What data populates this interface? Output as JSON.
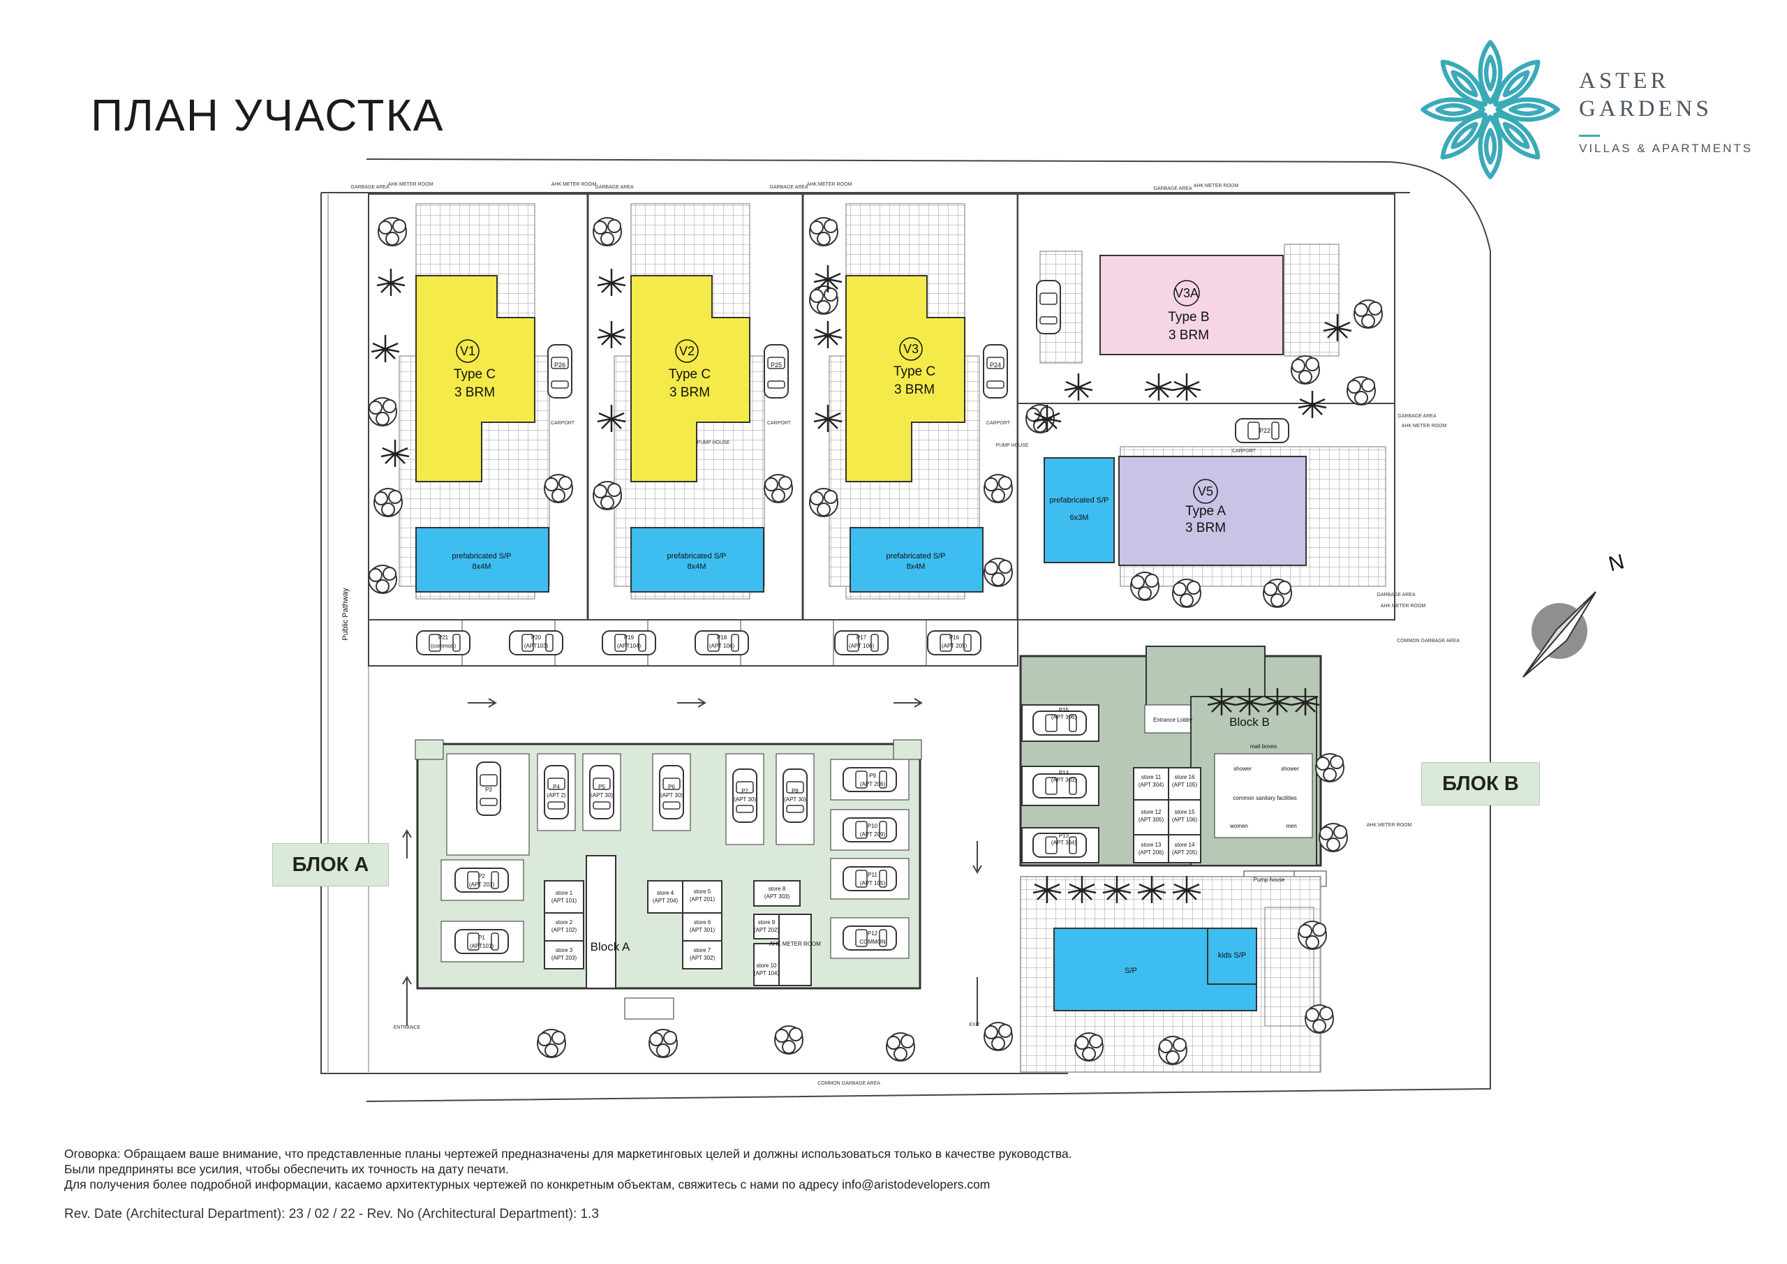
{
  "title": "ПЛАН УЧАСТКА",
  "brand": {
    "line1": "ASTER",
    "line2": "GARDENS",
    "tagline": "VILLAS & APARTMENTS",
    "accent_color": "#3aaab8"
  },
  "colors": {
    "villa_type_c": "#f4ea4a",
    "villa_v3a": "#f6d6e4",
    "villa_v5": "#c9c4e6",
    "pool": "#3ebdf0",
    "block_fill": "#dbe9da",
    "block_b_fill": "#b7c8b6"
  },
  "villas": [
    {
      "id": "V1",
      "type": "Type C",
      "rooms": "3 BRM",
      "parking": "P26",
      "pool": "prefabricated S/P",
      "pool_size": "8x4M"
    },
    {
      "id": "V2",
      "type": "Type C",
      "rooms": "3 BRM",
      "parking": "P25",
      "pool": "prefabricated S/P",
      "pool_size": "8x4M"
    },
    {
      "id": "V3",
      "type": "Type C",
      "rooms": "3 BRM",
      "parking": "P24",
      "pool": "prefabricated S/P",
      "pool_size": "8x4M"
    },
    {
      "id": "V3A",
      "type": "Type B",
      "rooms": "3 BRM"
    },
    {
      "id": "V5",
      "type": "Type A",
      "rooms": "3 BRM",
      "parking": "P22",
      "pool": "prefabricated S/P",
      "pool_size": "6x3M"
    }
  ],
  "small_labels": {
    "garbage": "GARBAGE AREA",
    "ahk": "AHK METER ROOM",
    "carport": "CARPORT",
    "pump": "PUMP HOUSE",
    "public_pathway": "Public Pathway",
    "entrance": "ENTRANCE",
    "exit": "EXIT",
    "common_garbage": "COMMON GARBAGE AREA",
    "north": "N"
  },
  "street_parking": [
    {
      "id": "P21",
      "note": "(common)"
    },
    {
      "id": "P20",
      "note": "(APT103)"
    },
    {
      "id": "P19",
      "note": "(APT104)"
    },
    {
      "id": "P18",
      "note": "(APT 106)"
    },
    {
      "id": "P17",
      "note": "(APT 106)"
    },
    {
      "id": "P16",
      "note": "(APT 205)"
    }
  ],
  "block_a": {
    "label": "БЛОК А",
    "name": "Block A",
    "parking_top": [
      {
        "id": "P3",
        "note": ""
      },
      {
        "id": "P4",
        "note": "(APT 2)"
      },
      {
        "id": "P5",
        "note": "(APT 30)"
      },
      {
        "id": "P6",
        "note": "(APT 30)"
      },
      {
        "id": "P7",
        "note": "(APT 30)"
      },
      {
        "id": "P8",
        "note": "(APT 30)"
      }
    ],
    "parking_right": [
      {
        "id": "P9",
        "note": "(APT 206)"
      },
      {
        "id": "P10",
        "note": "(APT 209)"
      },
      {
        "id": "P11",
        "note": "(APT 105)"
      },
      {
        "id": "P12",
        "note": "COMMON"
      }
    ],
    "parking_left": [
      {
        "id": "P2",
        "note": "(APT 201)"
      },
      {
        "id": "P1",
        "note": "(APT101)"
      }
    ],
    "stores": [
      {
        "name": "store 1",
        "apt": "(APT 101)"
      },
      {
        "name": "store 2",
        "apt": "(APT 102)"
      },
      {
        "name": "store 3",
        "apt": "(APT 203)"
      },
      {
        "name": "store 4",
        "apt": "(APT 204)"
      },
      {
        "name": "store 5",
        "apt": "(APT 201)"
      },
      {
        "name": "store 6",
        "apt": "(APT 301)"
      },
      {
        "name": "store 7",
        "apt": "(APT 302)"
      },
      {
        "name": "store 8",
        "apt": "(APT 303)"
      },
      {
        "name": "store 9",
        "apt": "(APT 202)"
      },
      {
        "name": "store 10",
        "apt": "(APT 104)"
      }
    ],
    "meter_room": "AHK METER ROOM"
  },
  "block_b": {
    "label": "БЛОК В",
    "name": "Block B",
    "entrance": "Entrance Lobby",
    "parking": [
      {
        "id": "P15",
        "note": "(APT 306)"
      },
      {
        "id": "P14",
        "note": "(APT 303)"
      },
      {
        "id": "P13",
        "note": "(APT 304)"
      }
    ],
    "stores": [
      {
        "name": "store 11",
        "apt": "(APT 304)"
      },
      {
        "name": "store 16",
        "apt": "(APT 105)"
      },
      {
        "name": "store 12",
        "apt": "(APT 305)"
      },
      {
        "name": "store 15",
        "apt": "(APT 106)"
      },
      {
        "name": "store 13",
        "apt": "(APT 206)"
      },
      {
        "name": "store 14",
        "apt": "(APT 205)"
      }
    ],
    "facilities": [
      "mail boxes",
      "shower",
      "shower",
      "common sanitary facilities",
      "women",
      "men"
    ],
    "pump_house": "Pump house",
    "pool": "S/P",
    "kids_pool": "kids S/P"
  },
  "disclaimer": [
    "Оговорка: Обращаем ваше внимание, что представленные планы чертежей предназначены для маркетинговых целей и должны использоваться только в качестве руководства.",
    "Были предприняты все усилия, чтобы обеспечить их точность на дату печати.",
    "Для получения более подробной информации, касаемо архитектурных чертежей по конкретным объектам, свяжитесь с нами по адресу info@aristodevelopers.com"
  ],
  "revision": "Rev. Date (Architectural Department): 23 / 02 / 22 - Rev. No (Architectural Department): 1.3"
}
